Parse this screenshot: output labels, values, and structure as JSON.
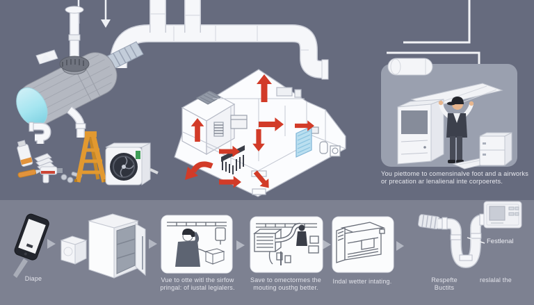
{
  "colors": {
    "top_background": "#666b7e",
    "bottom_background": "#7d8191",
    "panel_background": "#9aa0af",
    "airflow_arrow_red": "#d23b28",
    "duct_white": "#f6f7fa",
    "duct_opening_cyan": "#a5e5f0",
    "ladder_orange": "#e29930",
    "caption_text": "#e3e4eb"
  },
  "illustrations": {
    "top_left": "duct-fan-assembly",
    "top_center": "house-airflow-cutaway",
    "top_right": "technician-installing-unit",
    "steps": [
      "smartphone",
      "cabinet-unit-open",
      "technician-phone-call",
      "ductwork-mounting",
      "unit-interior",
      "pipes-thermostat"
    ]
  },
  "top_section": {
    "install_panel": {
      "caption": [
        "You piettome to comensinalve foot and a airworks",
        "or precation ar lenalienal inte corpoerets."
      ]
    }
  },
  "workflow": {
    "step1": {
      "caption": "Diape"
    },
    "step3": {
      "caption": [
        "Vue to otte witl the sirfow",
        "pringal: of iustal legialers."
      ]
    },
    "step4": {
      "caption": [
        "Save to omectormes the",
        "mouting ousthg better."
      ]
    },
    "step5": {
      "caption": "Indal wetter intating."
    },
    "step6": {
      "pipe_label": "Festlenal",
      "caption_left": [
        "Respefte",
        "Buctits"
      ],
      "caption_right": "reslalal the"
    }
  }
}
